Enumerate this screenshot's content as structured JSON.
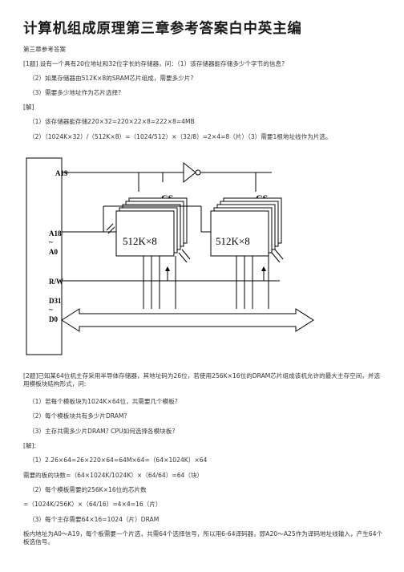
{
  "title": "计算机组成原理第三章参考答案白中英主编",
  "subtitle": "第三章参考答案",
  "q1": {
    "intro": "[1题] 设有一个具有20位地址和32位字长的存储器，问：（1）该存储器能存储多少个字节的信息?",
    "part2": "（2）如果存储器由512K×8的SRAM芯片组成，需要多少片?",
    "part3": "（3）需要多少地址作为芯片选择?",
    "answer_label": "[解]",
    "ans1": "（1）该存储器能存储220×32=220×22×8=222×8=4MB",
    "ans2": "（2）（1024K×32）/（512K×8）=（1024/512）×（32/8）=2×4=8（片）（3）需要1根地址线作为片选。"
  },
  "diagram": {
    "a19": "A19",
    "a18": "A18",
    "tilde1": "~",
    "a0": "A0",
    "rw": "R/W",
    "d31": "D31",
    "tilde2": "~",
    "d0": "D0",
    "cs1": "CS",
    "cs2": "CS",
    "chip1": "512K×8",
    "chip2": "512K×8"
  },
  "q2": {
    "intro": "[2题]已知某64位机主存采用半导体存储器，其地址码为26位，若使用256K×16位的DRAM芯片组成该机允许的最大主存空间，并选用模板块结构形式，问:",
    "part1": "（1）若每个模板块为1024K×64位，共需要几个模板?",
    "part2": "（2）每个模板块共有多少片DRAM?",
    "part3": "（3）主存共需多少片DRAM? CPU如何选择各模块板?",
    "answer_label": "[解]:",
    "ans1": "（1）2.26×64=26×220×64=64M×64=（64×1024K）×64",
    "ans1b": "需要的板的块数=（64×1024K/1024K）×（64/64）=64（块）",
    "ans2": "（2）每个模板需要的256K×16位的芯片数",
    "ans2b": "=（1024K/256K）×（64/16）=4×4=16（片）",
    "ans3": "（3）每个主存需要64×16=1024（片）DRAM",
    "ans3b": "板内地址为A0～A19，每个板需要一个片选，共需64个选择信号，所以用6-64译码器，即A20～A25作为译码地址线输入，产生64个板选信号。"
  }
}
